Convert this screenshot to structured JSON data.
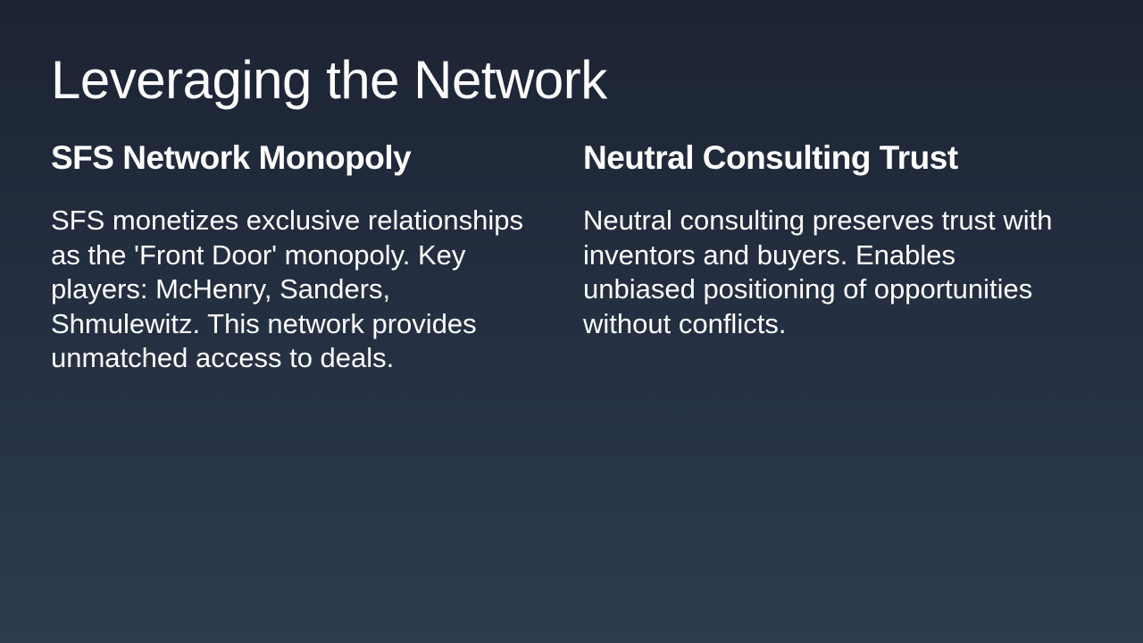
{
  "slide": {
    "title": "Leveraging the Network",
    "columns": [
      {
        "heading": "SFS Network Monopoly",
        "body": "SFS monetizes exclusive relationships as the 'Front Door' monopoly. Key players: McHenry, Sanders, Shmulewitz. This network provides unmatched access to deals."
      },
      {
        "heading": "Neutral Consulting Trust",
        "body": "Neutral consulting preserves trust with inventors and buyers. Enables unbiased positioning of opportunities without conflicts."
      }
    ]
  }
}
